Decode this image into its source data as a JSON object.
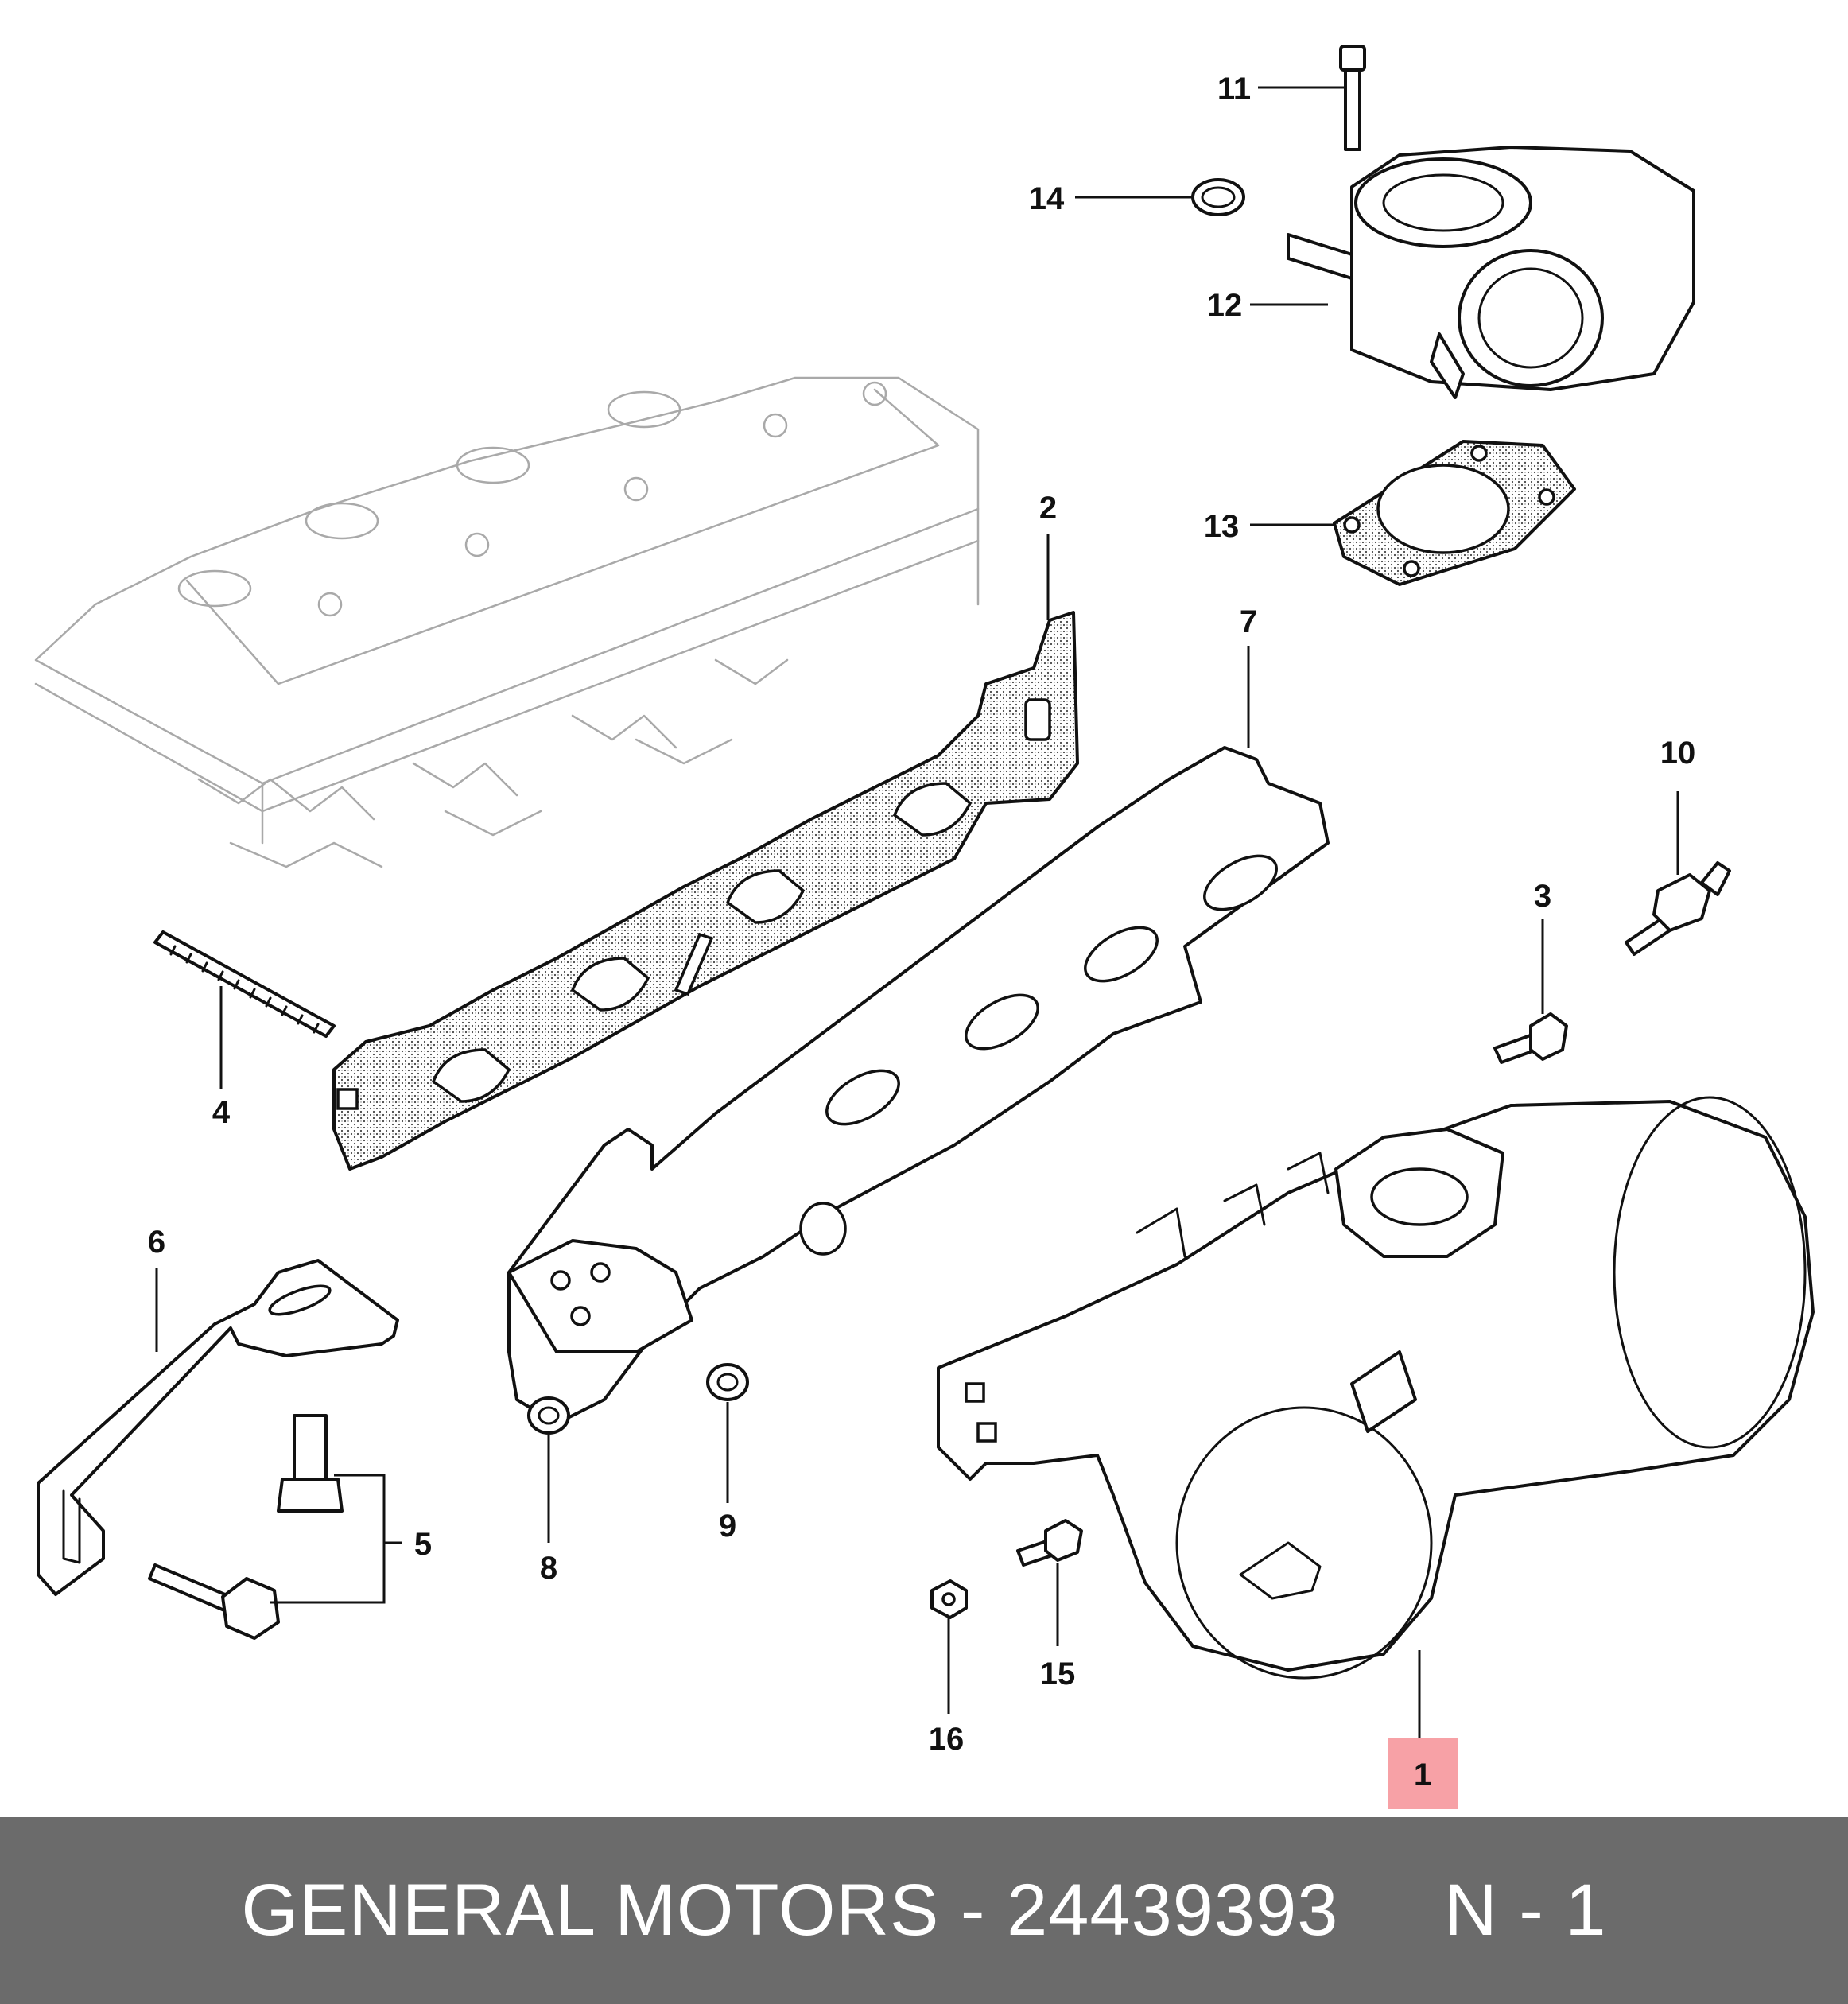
{
  "callouts": [
    {
      "number": "1",
      "highlighted": true
    },
    {
      "number": "2"
    },
    {
      "number": "3"
    },
    {
      "number": "4"
    },
    {
      "number": "5"
    },
    {
      "number": "6"
    },
    {
      "number": "7"
    },
    {
      "number": "8"
    },
    {
      "number": "9"
    },
    {
      "number": "10"
    },
    {
      "number": "11"
    },
    {
      "number": "12"
    },
    {
      "number": "13"
    },
    {
      "number": "14"
    },
    {
      "number": "15"
    },
    {
      "number": "16"
    }
  ],
  "highlight_color": "#f7a1a6",
  "footer": {
    "text": "GENERAL MOTORS - 24439393     N - 1",
    "background": "#6b6b6b",
    "color": "#ffffff"
  }
}
